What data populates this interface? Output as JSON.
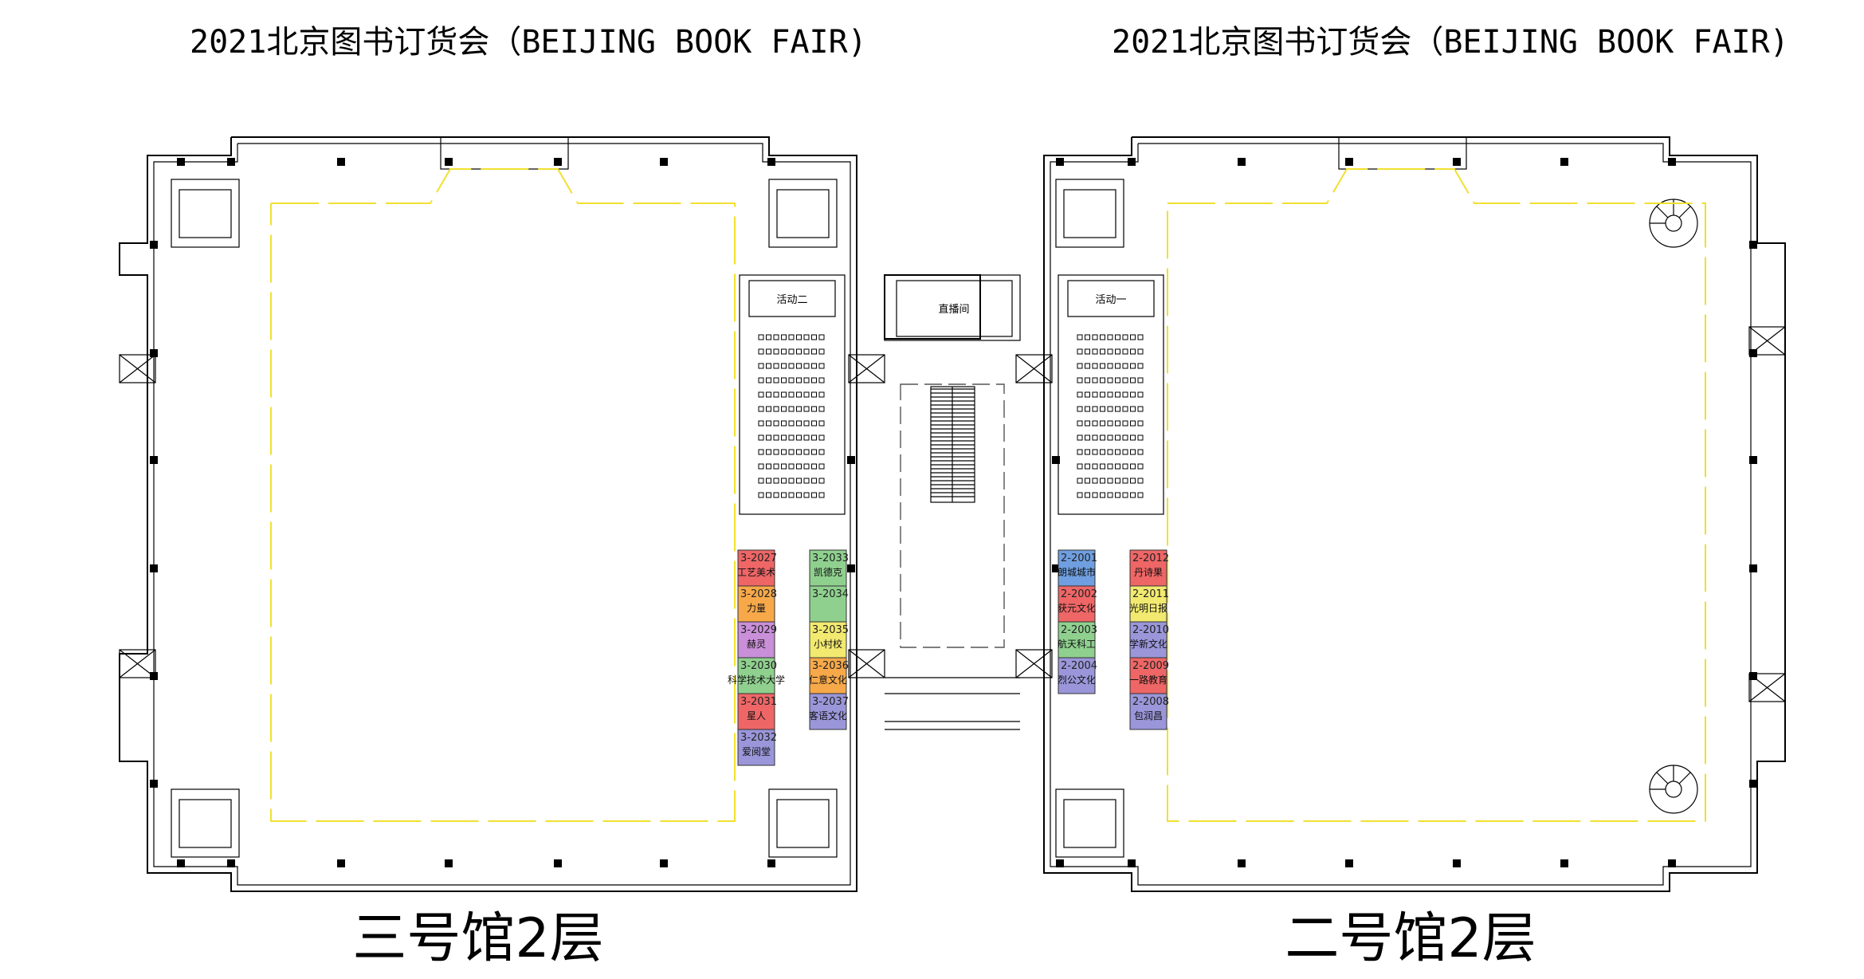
{
  "headers": {
    "left": "2021北京图书订货会（BEIJING BOOK FAIR)",
    "right": "2021北京图书订货会（BEIJING BOOK FAIR)"
  },
  "halls": {
    "left_label": "三号馆2层",
    "right_label": "二号馆2层"
  },
  "rooms": {
    "activity_left": "活动二",
    "broadcast": "直播间",
    "activity_right": "活动一"
  },
  "booths_hall3_col1": [
    {
      "code": "3-2027",
      "name": "工艺美术",
      "color": "#ee6666"
    },
    {
      "code": "3-2028",
      "name": "力量",
      "color": "#f7a94a"
    },
    {
      "code": "3-2029",
      "name": "赫灵",
      "color": "#c98fd8"
    },
    {
      "code": "3-2030",
      "name": "科学技术大学",
      "color": "#8fd08f"
    },
    {
      "code": "3-2031",
      "name": "星人",
      "color": "#ee6666"
    },
    {
      "code": "3-2032",
      "name": "爱阅堂",
      "color": "#9a96d9"
    }
  ],
  "booths_hall3_col2": [
    {
      "code": "3-2033",
      "name": "凯德克",
      "color": "#8fd08f"
    },
    {
      "code": "3-2034",
      "name": "",
      "color": "#8fd08f"
    },
    {
      "code": "3-2035",
      "name": "小村校",
      "color": "#f2ea70"
    },
    {
      "code": "3-2036",
      "name": "仁意文化",
      "color": "#f7a94a"
    },
    {
      "code": "3-2037",
      "name": "客语文化",
      "color": "#9a96d9"
    }
  ],
  "booths_hall2_col1": [
    {
      "code": "2-2001",
      "name": "朗城城市",
      "color": "#6f9fe0"
    },
    {
      "code": "2-2002",
      "name": "获元文化",
      "color": "#ee6666"
    },
    {
      "code": "2-2003",
      "name": "航天科工",
      "color": "#8fd08f"
    },
    {
      "code": "2-2004",
      "name": "烈公文化",
      "color": "#9a96d9"
    }
  ],
  "booths_hall2_col2": [
    {
      "code": "2-2012",
      "name": "丹诗果",
      "color": "#ee6666"
    },
    {
      "code": "2-2011",
      "name": "光明日报",
      "color": "#f2ea70"
    },
    {
      "code": "2-2010",
      "name": "学新文化",
      "color": "#9a96d9"
    },
    {
      "code": "2-2009",
      "name": "一路教育",
      "color": "#ee6666"
    },
    {
      "code": "2-2008",
      "name": "包润昌",
      "color": "#9a96d9"
    }
  ]
}
